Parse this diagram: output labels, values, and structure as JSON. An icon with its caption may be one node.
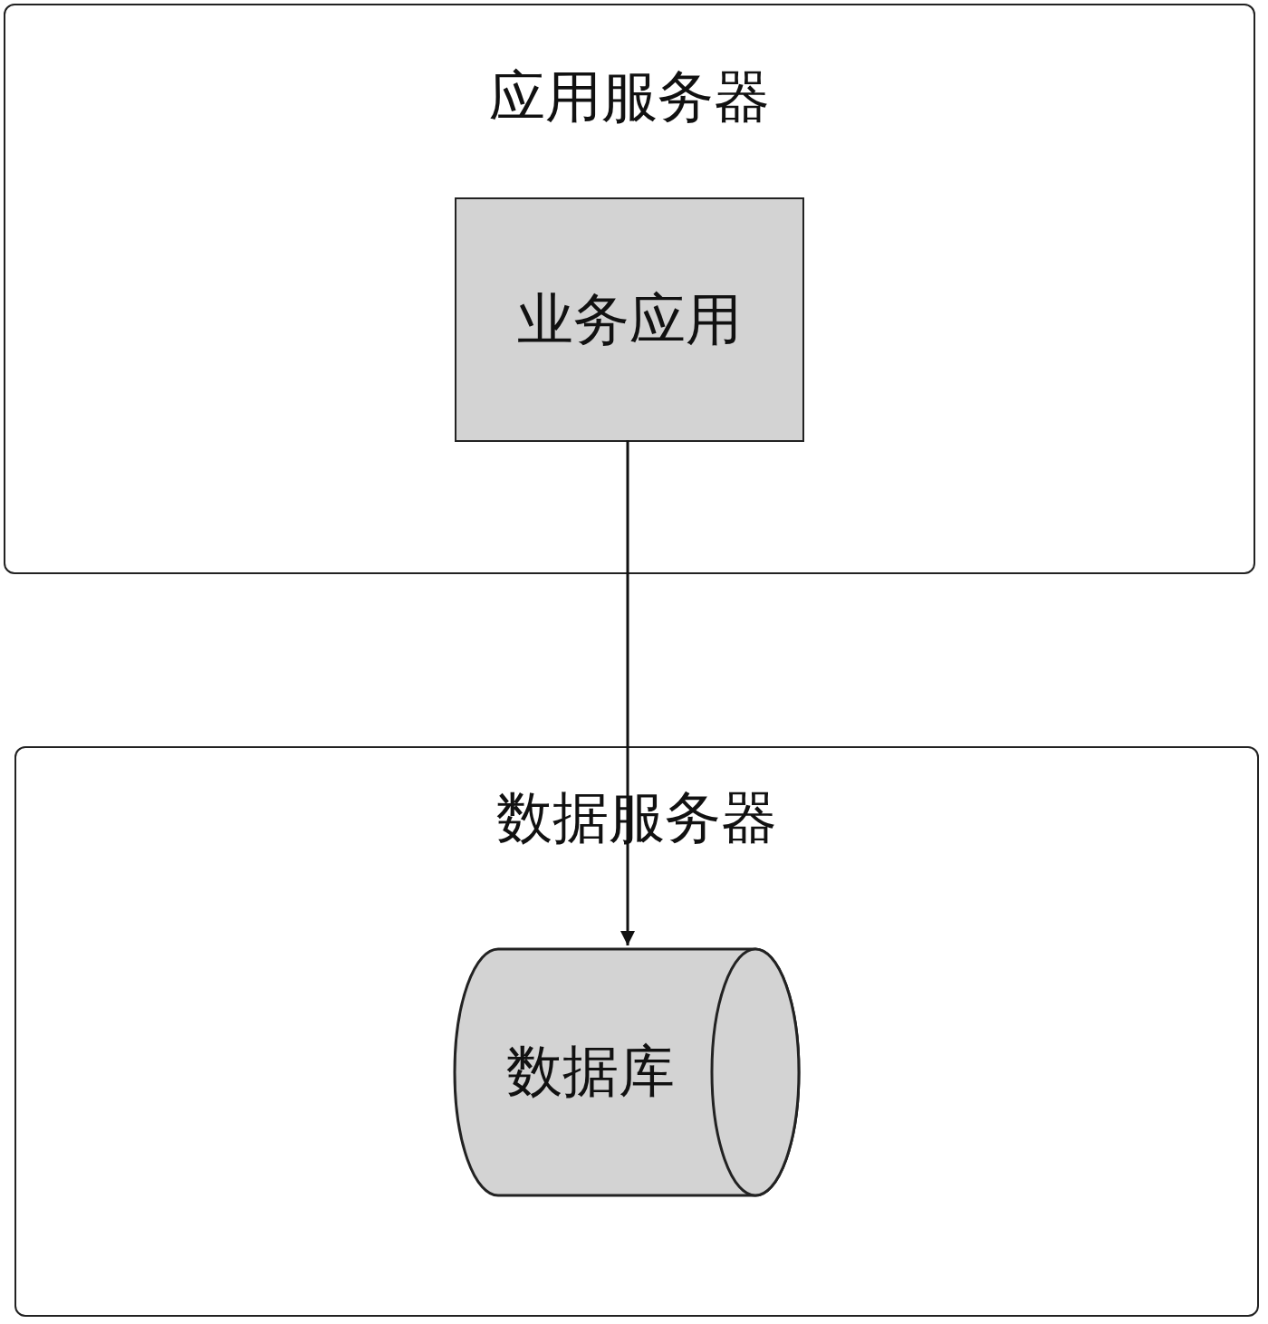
{
  "diagram": {
    "nodes": [
      {
        "text": [
          "应用服务器"
        ]
      },
      {
        "text": [
          "业务应用"
        ],
        "in": 0
      },
      {
        "text": [
          "数据服务器"
        ]
      },
      {
        "text": [
          "数据库"
        ],
        "in": 2
      }
    ],
    "edges": [
      {
        "from": 1,
        "to": 3,
        "arrow": "to"
      }
    ]
  }
}
